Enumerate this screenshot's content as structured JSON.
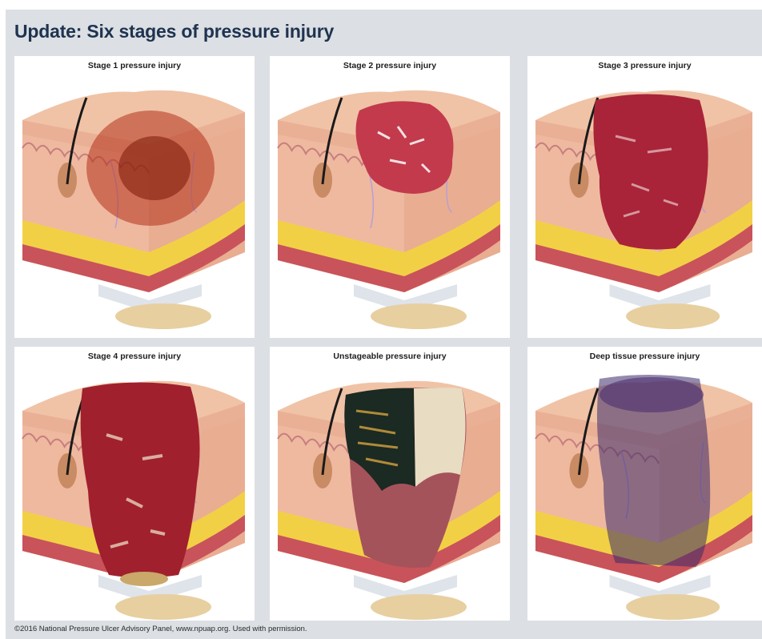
{
  "title": "Update: Six stages of pressure injury",
  "panels": [
    {
      "caption": "Stage 1 pressure injury"
    },
    {
      "caption": "Stage 2 pressure injury"
    },
    {
      "caption": "Stage 3 pressure injury"
    },
    {
      "caption": "Stage 4 pressure injury"
    },
    {
      "caption": "Unstageable pressure injury"
    },
    {
      "caption": "Deep tissue pressure injury"
    }
  ],
  "credit": "©2016 National Pressure Ulcer Advisory Panel, www.npuap.org. Used with permission.",
  "colors": {
    "title": "#1e3350",
    "background": "#dcdfe3",
    "skin": "#f0c3a6",
    "dermis": "#efb9a0",
    "fat": "#f2d045",
    "muscle": "#c9535a",
    "bone": "#e7cfa0"
  }
}
